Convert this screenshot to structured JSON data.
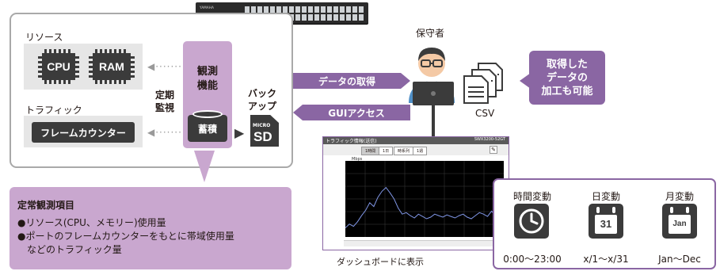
{
  "device": {
    "brand": "YAMAHA"
  },
  "resources": {
    "label": "リソース",
    "cpu": "CPU",
    "ram": "RAM"
  },
  "traffic": {
    "label": "トラフィック",
    "frame_counter": "フレームカウンター"
  },
  "periodic_monitoring": "定期\n監視",
  "monitor": {
    "title": "観測\n機能",
    "storage": "蓄積"
  },
  "backup": {
    "label": "バック\nアップ",
    "sd_top": "MICRO",
    "sd_main": "SD"
  },
  "arrows": {
    "data_fetch": "データの取得",
    "gui_access": "GUIアクセス"
  },
  "admin": {
    "label": "保守者"
  },
  "csv": {
    "label": "CSV"
  },
  "callout_process": "取得した\nデータの\n加工も可能",
  "regular_items": {
    "title": "定常観測項目",
    "lines": [
      "●リソース(CPU、メモリー)使用量",
      "●ポートのフレームカウンターをもとに帯域使用量",
      "　などのトラフィック量"
    ]
  },
  "dashboard": {
    "caption": "ダッシュボードに表示",
    "window_title": "トラフィック情報(送信)",
    "window_right": "SWX3200-52GT",
    "tabs": [
      "1時間",
      "1日",
      "時系列",
      "1週"
    ],
    "y_label": "Mbps",
    "chart_data": {
      "type": "line",
      "series": [
        {
          "values": [
            88,
            83,
            86,
            80,
            72,
            65,
            55,
            60,
            48,
            40,
            35,
            42,
            50,
            62,
            70,
            68,
            72,
            75,
            70,
            73,
            76,
            74,
            70,
            72,
            74,
            71,
            73,
            75,
            72,
            70,
            74,
            76,
            72,
            68,
            70,
            73,
            66,
            72,
            76,
            62
          ]
        }
      ]
    }
  },
  "time_panel": {
    "items": [
      {
        "head": "時間変動",
        "icon": "clock-icon",
        "range": "0:00〜23:00"
      },
      {
        "head": "日変動",
        "icon": "calendar-day-icon",
        "icon_text": "31",
        "range": "x/1〜x/31"
      },
      {
        "head": "月変動",
        "icon": "calendar-month-icon",
        "icon_text": "Jan",
        "range": "Jan〜Dec"
      }
    ]
  },
  "colors": {
    "purple": "#8a66a3",
    "lilac": "#c9a7cf",
    "dark": "#3b3b3b",
    "gray": "#e6e6e6",
    "chart_line": "#2e3f9e"
  }
}
